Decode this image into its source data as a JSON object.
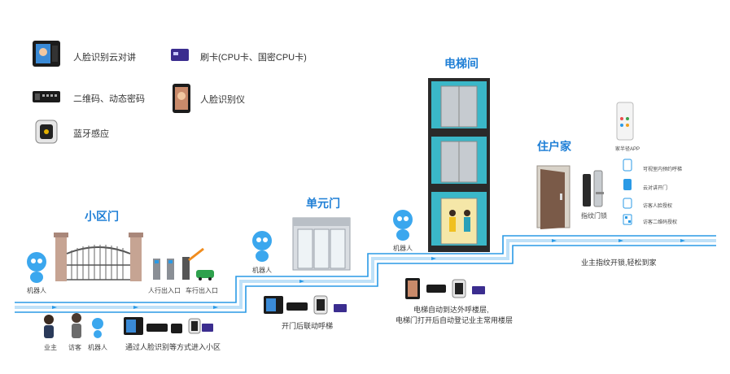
{
  "legend": {
    "face_intercom": "人脸识别云对讲",
    "card": "刷卡(CPU卡、国密CPU卡)",
    "qr_code": "二维码、动态密码",
    "face_device": "人脸识别仪",
    "bluetooth": "蓝牙感应"
  },
  "sections": {
    "community_gate": "小区门",
    "unit_door": "单元门",
    "elevator_hall": "电梯间",
    "home": "住户家"
  },
  "labels": {
    "robot_gate": "机器人",
    "pedestrian": "人行出入口",
    "vehicle": "车行出入口",
    "owner": "业主",
    "visitor": "访客",
    "robot_people": "机器人",
    "gate_caption": "通过人脸识别等方式进入小区",
    "robot_unit": "机器人",
    "unit_caption": "开门后联动呼梯",
    "robot_elevator": "机器人",
    "elevator_caption_1": "电梯自动到达外呼楼层,",
    "elevator_caption_2": "电梯门打开后自动登记业主常用楼层",
    "fingerprint_lock": "指纹门锁",
    "home_caption": "业主指纹开锁,轻松到家",
    "app_name": "家半径APP",
    "app_features": [
      "可视室内预约呼梯",
      "云对讲开门",
      "访客人脸授权",
      "访客二维码授权"
    ]
  },
  "colors": {
    "accent": "#1f7fd6",
    "path": "#2a9ae6",
    "path_light": "#bfe1f8"
  }
}
